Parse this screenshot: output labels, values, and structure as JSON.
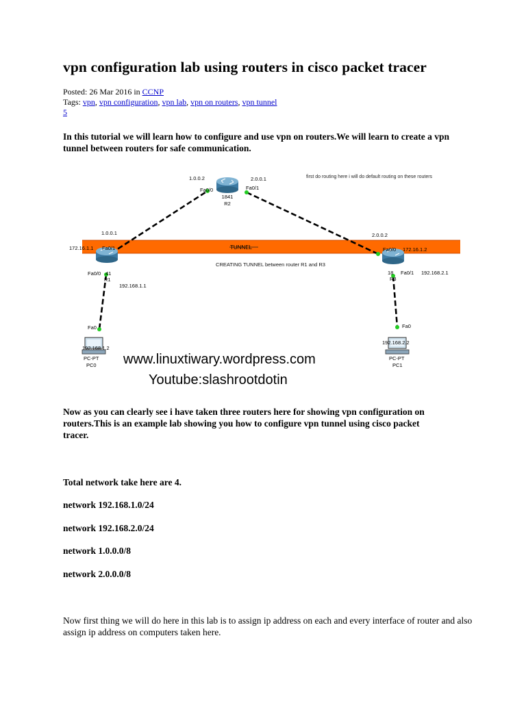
{
  "article": {
    "title": "vpn configuration lab using routers in cisco packet tracer",
    "posted_prefix": "Posted: 26 Mar 2016 in ",
    "category": "CCNP",
    "tags_prefix": "Tags: ",
    "tags": [
      "vpn",
      "vpn configuration",
      "vpn lab",
      "vpn on routers",
      "vpn tunnel"
    ],
    "comment_count": "5",
    "intro": "In this tutorial we will learn how to configure and use vpn on routers.We will learn to create a vpn tunnel between routers for safe communication.",
    "para2": "Now as you can clearly see i have taken three routers here for showing vpn configuration on routers.This is an example lab showing you how to configure vpn tunnel using cisco packet tracer.",
    "total_networks": "Total network take here are 4.",
    "networks": [
      "network 192.168.1.0/24",
      "network 192.168.2.0/24",
      "network 1.0.0.0/8",
      "network 2.0.0.0/8"
    ],
    "para3": "Now first thing we will do here in this lab is to assign ip address on each and every interface of router and also assign ip address on computers taken here."
  },
  "diagram": {
    "note": "first do routing here i will do default routing on these routers",
    "tunnel_label": "TUNNEL",
    "tunnel_caption": "CREATING TUNNEL between router R1 and R3",
    "r2": {
      "model": "1841",
      "name": "R2",
      "left_ip": "1.0.0.2",
      "right_ip": "2.0.0.1",
      "left_if": "Fa0/0",
      "right_if": "Fa0/1"
    },
    "r1": {
      "model": "41",
      "name": "R1",
      "wan_ip": "1.0.0.1",
      "tunnel_ip": "172.16.1.1",
      "wan_if": "Fa0/1",
      "lan_if": "Fa0/0",
      "lan_ip": "192.168.1.1"
    },
    "r3": {
      "model": "18",
      "name": "R3",
      "wan_ip": "2.0.0.2",
      "tunnel_ip": "172.16.1.2",
      "wan_if": "Fa0/0",
      "lan_if": "Fa0/1",
      "lan_ip": "192.168.2.1"
    },
    "pc0": {
      "type": "PC-PT",
      "name": "PC0",
      "ip": "192.168.1.2",
      "if": "Fa0"
    },
    "pc1": {
      "type": "PC-PT",
      "name": "PC1",
      "ip": "192.168.2.2",
      "if": "Fa0"
    },
    "watermark_1": "www.linuxtiwary.wordpress.com",
    "watermark_2": "Youtube:slashrootdotin",
    "colors": {
      "tunnel": "#ff6a00",
      "router": "#4f8db3",
      "link": "#000000",
      "dot": "#22cc22"
    }
  }
}
